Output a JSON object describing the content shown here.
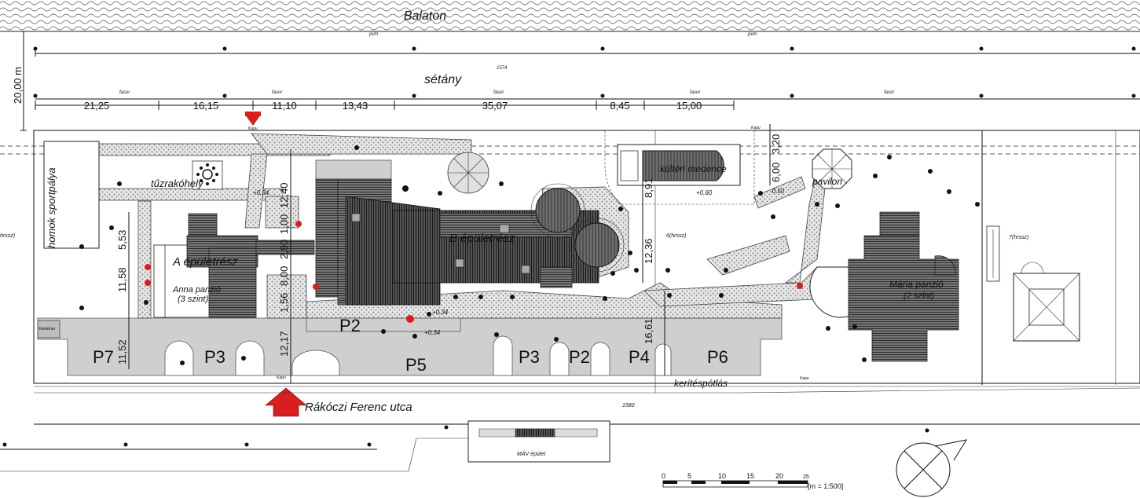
{
  "water": {
    "name": "Balaton",
    "pvm": "pvm"
  },
  "labels": {
    "promenade": "sétány",
    "parcel_top": "1574",
    "parcel_bottom": "1580",
    "fasor": "fasor",
    "street": "Rákóczi Ferenc utca",
    "firepit": "tűzrakóhely",
    "sand_court": "homok sportpálya",
    "building_a": "A épületrész",
    "anna": "Anna panzió",
    "anna_levels": "(3 szint)",
    "building_b": "B épületrész",
    "pool": "kültéri medence",
    "pavilon": "pavilon",
    "maria": "Mária panzió",
    "maria_levels": "(2 szint)",
    "hrsz6": "6(hrssz)",
    "hrsz7": "7(hrssz)",
    "hrsz_left": "hrssz)",
    "fence": "kerítéspótlás",
    "mav": "MÁV épület",
    "kapu": "Kapu",
    "kontener": "Konténer",
    "scale_unit": "[m = 1:500]"
  },
  "dims": {
    "depth_20": "20,00 m",
    "top": [
      "21,25",
      "16,15",
      "11,10",
      "13,43",
      "35,07",
      "8,45",
      "15,00"
    ],
    "v_1240": "12,40",
    "v_553": "5,53",
    "v_1158": "11,58",
    "v_1152": "11,52",
    "v_100": "1,00",
    "v_290": "2,90",
    "v_800": "8,00",
    "v_156": "1,56",
    "v_1217": "12,17",
    "v_891": "8,91",
    "v_1236": "12,36",
    "v_1661": "16,61",
    "v_320": "3,20",
    "v_600": "6,00",
    "lvl_034": "+0,34",
    "lvl_050": "-0,50",
    "lvl_060": "+0,60"
  },
  "parking": [
    "P7",
    "P3",
    "P2",
    "P5",
    "P3",
    "P2",
    "P4",
    "P6"
  ],
  "scale_ticks": [
    "0",
    "5",
    "10",
    "15",
    "20",
    "25"
  ]
}
